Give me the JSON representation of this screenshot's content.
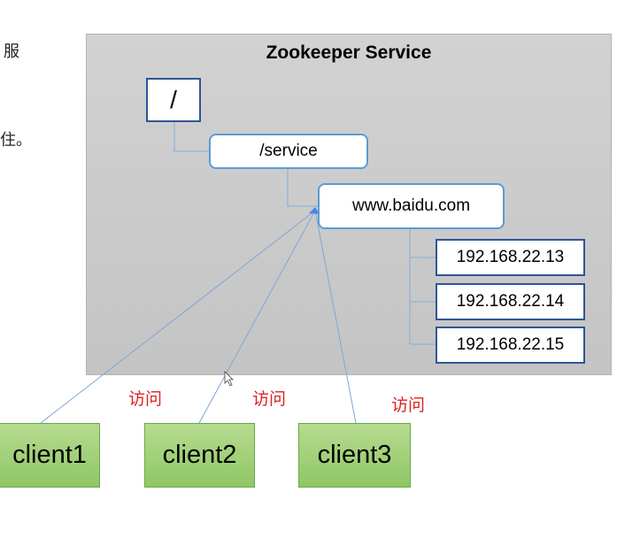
{
  "left_text": {
    "line1": "服",
    "line2": "住。"
  },
  "service": {
    "title": "Zookeeper Service"
  },
  "nodes": {
    "root": "/",
    "service": "/service",
    "domain": "www.baidu.com",
    "ips": [
      "192.168.22.13",
      "192.168.22.14",
      "192.168.22.15"
    ]
  },
  "clients": [
    "client1",
    "client2",
    "client3"
  ],
  "visit_labels": [
    "访问",
    "访问",
    "访问"
  ],
  "colors": {
    "node_border_dark": "#2f5597",
    "node_border_light": "#5b9bd5",
    "client_fill": "#a9d18e",
    "visit_text": "#e02020",
    "connector": "#7fa7d8"
  }
}
